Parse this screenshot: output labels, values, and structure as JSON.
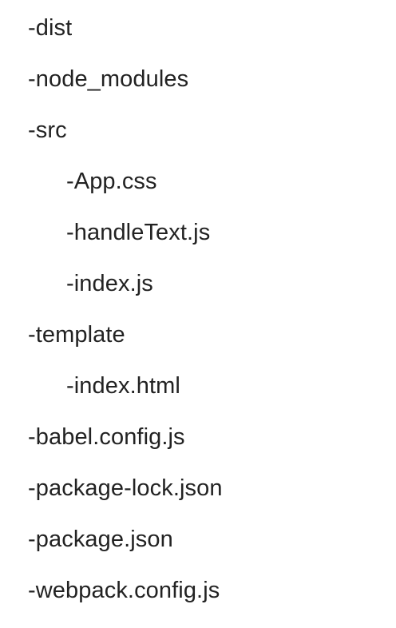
{
  "file_tree": {
    "items": [
      {
        "label": "-dist",
        "depth": 0
      },
      {
        "label": "-node_modules",
        "depth": 0
      },
      {
        "label": "-src",
        "depth": 0
      },
      {
        "label": "-App.css",
        "depth": 1
      },
      {
        "label": "-handleText.js",
        "depth": 1
      },
      {
        "label": "-index.js",
        "depth": 1
      },
      {
        "label": "-template",
        "depth": 0
      },
      {
        "label": "-index.html",
        "depth": 1
      },
      {
        "label": "-babel.config.js",
        "depth": 0
      },
      {
        "label": "-package-lock.json",
        "depth": 0
      },
      {
        "label": "-package.json",
        "depth": 0
      },
      {
        "label": "-webpack.config.js",
        "depth": 0
      }
    ]
  }
}
